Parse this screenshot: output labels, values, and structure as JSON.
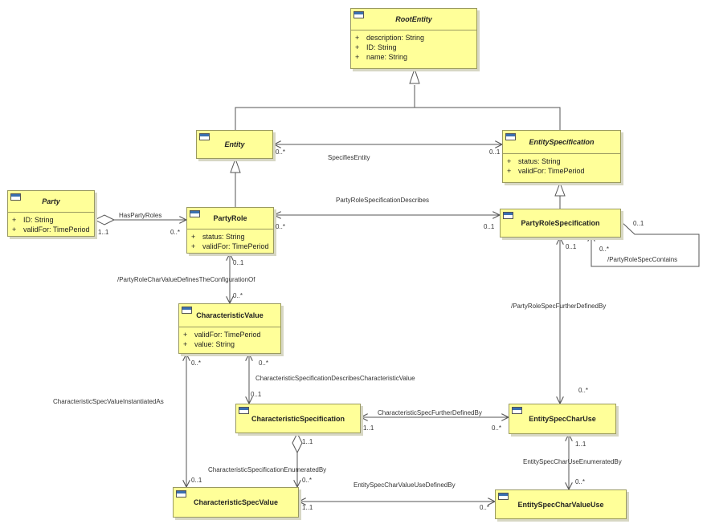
{
  "classes": {
    "root_entity": {
      "name": "RootEntity",
      "attributes": [
        {
          "vis": "+",
          "text": "description: String"
        },
        {
          "vis": "+",
          "text": "ID: String"
        },
        {
          "vis": "+",
          "text": "name: String"
        }
      ]
    },
    "entity": {
      "name": "Entity"
    },
    "entity_specification": {
      "name": "EntitySpecification",
      "attributes": [
        {
          "vis": "+",
          "text": "status: String"
        },
        {
          "vis": "+",
          "text": "validFor: TimePeriod"
        }
      ]
    },
    "party": {
      "name": "Party",
      "attributes": [
        {
          "vis": "+",
          "text": "ID: String"
        },
        {
          "vis": "+",
          "text": "validFor: TimePeriod"
        }
      ]
    },
    "party_role": {
      "name": "PartyRole",
      "attributes": [
        {
          "vis": "+",
          "text": "status: String"
        },
        {
          "vis": "+",
          "text": "validFor: TimePeriod"
        }
      ]
    },
    "party_role_specification": {
      "name": "PartyRoleSpecification"
    },
    "characteristic_value": {
      "name": "CharacteristicValue",
      "attributes": [
        {
          "vis": "+",
          "text": "validFor: TimePeriod"
        },
        {
          "vis": "+",
          "text": "value: String"
        }
      ]
    },
    "characteristic_specification": {
      "name": "CharacteristicSpecification"
    },
    "entity_spec_char_use": {
      "name": "EntitySpecCharUse"
    },
    "characteristic_spec_value": {
      "name": "CharacteristicSpecValue"
    },
    "entity_spec_char_value_use": {
      "name": "EntitySpecCharValueUse"
    }
  },
  "associations": {
    "specifies_entity": "SpecifiesEntity",
    "has_party_roles": "HasPartyRoles",
    "party_role_specification_describes": "PartyRoleSpecificationDescribes",
    "party_role_spec_contains": "/PartyRoleSpecContains",
    "party_role_char_value": "/PartyRoleCharValueDefinesTheConfigurationOf",
    "party_role_spec_further": "/PartyRoleSpecFurtherDefinedBy",
    "char_spec_describes_char_value": "CharacteristicSpecificationDescribesCharacteristicValue",
    "char_spec_value_instantiated_as": "CharacteristicSpecValueInstantiatedAs",
    "char_spec_further_defined_by": "CharacteristicSpecFurtherDefinedBy",
    "char_spec_enumerated_by": "CharacteristicSpecificationEnumeratedBy",
    "entity_spec_char_use_enumerated_by": "EntitySpecCharUseEnumeratedBy",
    "entity_spec_char_value_use_defined_by": "EntitySpecCharValueUseDefinedBy"
  },
  "multiplicities": {
    "entity_specifies": "0..*",
    "espec_specifies": "0..1",
    "party_has": "1..1",
    "partyrole_has": "0..*",
    "partyrole_prs": "0..*",
    "prs_partyrole": "0..1",
    "prs_contains_one": "0..1",
    "prs_contains_many": "0..*",
    "partyrole_cv": "0..1",
    "cv_partyrole": "0..*",
    "prs_escu": "0..1",
    "escu_prs": "0..*",
    "cv_cs": "0..*",
    "cs_cv": "0..1",
    "cv_csv": "0..*",
    "csv_cv": "0..1",
    "cs_escu": "1..1",
    "escu_cs": "0..*",
    "cs_csv": "1..1",
    "csv_cs": "0..*",
    "escu_escvu": "1..1",
    "escvu_escu": "0..*",
    "csv_escvu": "1..1",
    "escvu_csv": "0..*"
  }
}
